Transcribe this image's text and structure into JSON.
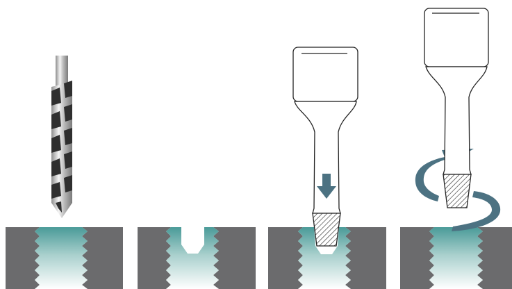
{
  "colors": {
    "background": "#ffffff",
    "workpiece": "#6b6b6d",
    "hole_top": "#4a9a98",
    "hole_bottom": "#ffffff",
    "arrow": "#4c7282",
    "outline": "#222222",
    "drill_dark": "#3a3a3a",
    "drill_light": "#f2f2f2"
  },
  "steps": [
    {
      "id": "drill-step",
      "tool": "twist-drill-bit",
      "motion": "none"
    },
    {
      "id": "drilled-hole-step",
      "tool": "none",
      "motion": "none"
    },
    {
      "id": "insert-extractor-step",
      "tool": "screw-extractor",
      "motion": "push-down-arrow"
    },
    {
      "id": "turn-extractor-step",
      "tool": "screw-extractor",
      "motion": "counter-clockwise-rotation-arrow"
    }
  ]
}
